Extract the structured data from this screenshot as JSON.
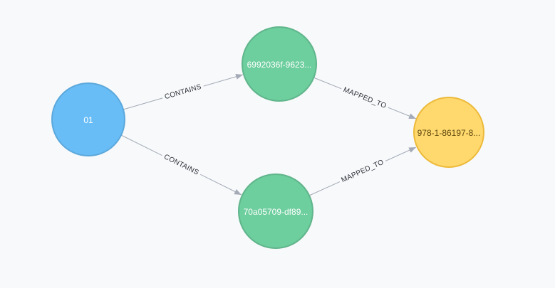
{
  "canvas": {
    "background_color": "#f7f9fb"
  },
  "graph": {
    "edge_color": "#A5ABB6",
    "edge_label_color": "#2b2e34",
    "nodes": [
      {
        "label": "01",
        "fill": "#68BDF6",
        "stroke": "#5CA8DB",
        "text_color": "#FFFFFF"
      },
      {
        "label": "6992036f-9623...",
        "fill": "#6DCE9E",
        "stroke": "#60B58B",
        "text_color": "#FFFFFF"
      },
      {
        "label": "70a05709-df89...",
        "fill": "#6DCE9E",
        "stroke": "#60B58B",
        "text_color": "#FFFFFF"
      },
      {
        "label": "978-1-86197-8...",
        "fill": "#FFD86E",
        "stroke": "#EDBA39",
        "text_color": "#604A0E"
      }
    ],
    "edges": [
      {
        "label": "CONTAINS",
        "from": "01",
        "to": "6992036f-9623..."
      },
      {
        "label": "CONTAINS",
        "from": "01",
        "to": "70a05709-df89..."
      },
      {
        "label": "MAPPED_TO",
        "from": "6992036f-9623...",
        "to": "978-1-86197-8..."
      },
      {
        "label": "MAPPED_TO",
        "from": "70a05709-df89...",
        "to": "978-1-86197-8..."
      }
    ]
  }
}
